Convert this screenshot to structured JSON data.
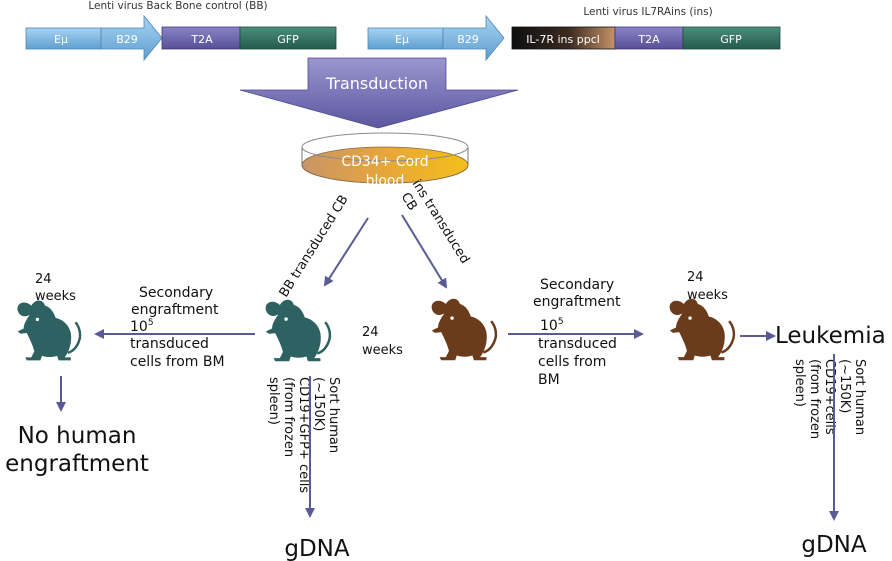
{
  "constructs": {
    "bb": {
      "title": "Lenti virus Back Bone control (BB)",
      "segments": [
        "Eμ",
        "B29",
        "T2A",
        "GFP"
      ]
    },
    "ins": {
      "title": "Lenti virus IL7RAins (ins)",
      "segments": [
        "Eμ",
        "B29",
        "IL-7R ins ppcl",
        "T2A",
        "GFP"
      ]
    }
  },
  "transduction_label": "Transduction",
  "dish_label_line1": "CD34+ Cord",
  "dish_label_line2": "blood",
  "bb_transduced_label": "BB transduced CB",
  "ins_transduced_line1": "ins transduced",
  "ins_transduced_line2": "CB",
  "left": {
    "weeks_top_line1": "24",
    "weeks_top_line2": "weeks",
    "secondary_line1": "Secondary",
    "secondary_line2": "engraftment",
    "dose_base": "10",
    "dose_exp": "5",
    "transduced_line1": "transduced",
    "transduced_line2": "cells from BM",
    "outcome_line1": "No human",
    "outcome_line2": "engraftment",
    "sort_lines": [
      "Sort human",
      "(~150K)",
      "CD19+GFP+ cells",
      "(from frozen",
      "spleen)"
    ],
    "gdna": "gDNA"
  },
  "center_weeks_line1": "24",
  "center_weeks_line2": "weeks",
  "right": {
    "secondary_line1": "Secondary",
    "secondary_line2": "engraftment",
    "dose_base": "10",
    "dose_exp": "5",
    "transduced_line1": "transduced",
    "transduced_line2": "cells from",
    "transduced_line3": "BM",
    "weeks_top_line1": "24",
    "weeks_top_line2": "weeks",
    "outcome": "Leukemia",
    "sort_lines": [
      "Sort human",
      "(~150K)",
      "CD19+cells",
      "(from frozen",
      "spleen)"
    ],
    "gdna": "gDNA"
  },
  "colors": {
    "teal_mouse": "#2e6262",
    "brown_mouse": "#6b3c1c",
    "arrow": "#5a5a96",
    "promoter_blue": "#7fb6e0",
    "t2a_purple": "#6b63aa",
    "gfp_green": "#2f6e5f",
    "ins_dark": "#1a1a1a"
  }
}
